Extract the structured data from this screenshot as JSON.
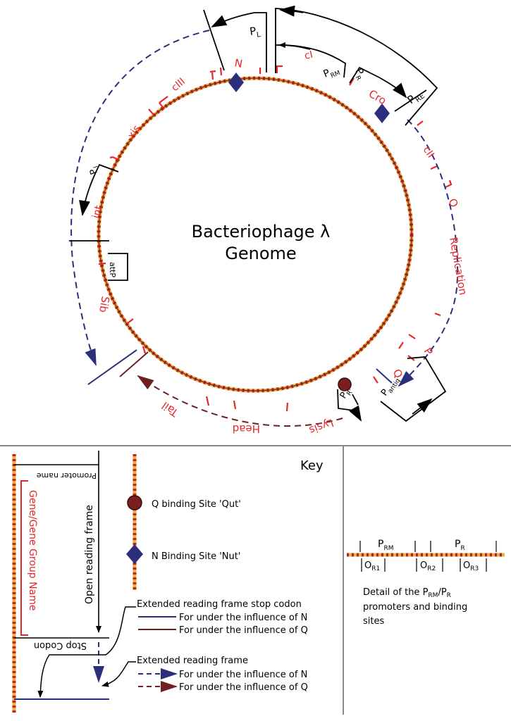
{
  "title": {
    "line1": "Bacteriophage λ",
    "line2": "Genome"
  },
  "genes": {
    "N": "N",
    "cIII": "cIII",
    "xis": "xis",
    "int": "int",
    "att": "attP",
    "sib": "Sib",
    "cI": "cI",
    "cro": "Cro",
    "cII": "cII",
    "O": "O",
    "replication": "Replication",
    "P": "P",
    "Q": "Q",
    "lysis": "Lysis",
    "head": "Head",
    "tail": "Tail"
  },
  "promoters": {
    "PL": {
      "main": "P",
      "sub": "L"
    },
    "PRM": {
      "main": "P",
      "sub": "RM"
    },
    "PR": {
      "main": "P",
      "sub": "R"
    },
    "PRE": {
      "main": "P",
      "sub": "RE"
    },
    "PI": {
      "main": "P",
      "sub": "I"
    },
    "PR2": {
      "main": "P",
      "sub": "R'"
    },
    "Pantiq": {
      "main": "P",
      "sub": "antiq"
    }
  },
  "key": {
    "title": "Key",
    "promoter_name": "Promoter name",
    "orf": "Open reading frame",
    "gene_name": "Gene/Gene Group Name",
    "stop_codon": "Stop Codon",
    "qut": "Q binding Site 'Qut'",
    "nut": "N Binding Site 'Nut'",
    "ext_stop": "Extended reading frame stop codon",
    "ext_frame": "Extended reading frame",
    "for_n": "For under the influence of N",
    "for_q": "For under the influence of Q"
  },
  "detail": {
    "PRM": {
      "main": "P",
      "sub": "RM"
    },
    "PR": {
      "main": "P",
      "sub": "R"
    },
    "OR1": {
      "main": "O",
      "sub": "R1"
    },
    "OR2": {
      "main": "O",
      "sub": "R2"
    },
    "OR3": {
      "main": "O",
      "sub": "R3"
    },
    "caption_a": "Detail of the ",
    "caption_b": "/",
    "caption_c": " promoters and binding",
    "caption_d": "sites",
    "cap_PRM": {
      "main": "P",
      "sub": "RM"
    },
    "cap_PR": {
      "main": "P",
      "sub": "R"
    }
  },
  "colors": {
    "red": "#e8262c",
    "navy": "#2b2f7c",
    "maroon": "#6e2020",
    "gold": "#e2b23a"
  }
}
